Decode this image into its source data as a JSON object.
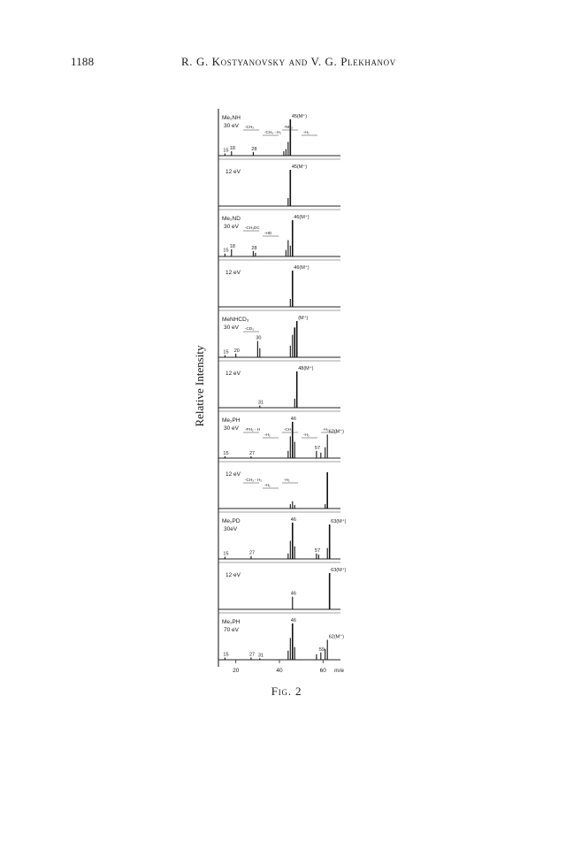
{
  "header": {
    "page_number": "1188",
    "authors": "R. G. Kostyanovsky and V. G. Plekhanov"
  },
  "caption": "Fig. 2",
  "chart_data": {
    "type": "bar",
    "ylabel": "Relative Intensity",
    "xlabel": "m/e",
    "x_ticks": [
      20,
      40,
      60
    ],
    "xlim": [
      12,
      68
    ],
    "panels": [
      {
        "compound": "Me2NH",
        "energy": "30 eV",
        "peaks": [
          {
            "mz": 15,
            "rel": 0.06,
            "label": "15"
          },
          {
            "mz": 18,
            "rel": 0.12,
            "label": "18"
          },
          {
            "mz": 28,
            "rel": 0.1,
            "label": "28"
          },
          {
            "mz": 42,
            "rel": 0.12
          },
          {
            "mz": 43,
            "rel": 0.18
          },
          {
            "mz": 44,
            "rel": 0.38
          },
          {
            "mz": 45,
            "rel": 1.0,
            "label": "45(M⁺)"
          }
        ],
        "annotations": [
          "-CH₃",
          "-CH₄ - H₂",
          "-NH₃",
          "-H₂"
        ]
      },
      {
        "compound": "",
        "energy": "12 eV",
        "peaks": [
          {
            "mz": 44,
            "rel": 0.22
          },
          {
            "mz": 45,
            "rel": 1.0,
            "label": "45(M⁺)"
          }
        ],
        "annotations": []
      },
      {
        "compound": "Me2ND",
        "energy": "30 eV",
        "peaks": [
          {
            "mz": 15,
            "rel": 0.08,
            "label": "15"
          },
          {
            "mz": 18,
            "rel": 0.2,
            "label": "18"
          },
          {
            "mz": 28,
            "rel": 0.15,
            "label": "28"
          },
          {
            "mz": 29,
            "rel": 0.1
          },
          {
            "mz": 43,
            "rel": 0.18
          },
          {
            "mz": 44,
            "rel": 0.45
          },
          {
            "mz": 45,
            "rel": 0.3
          },
          {
            "mz": 46,
            "rel": 1.0,
            "label": "46(M⁺)"
          }
        ],
        "annotations": [
          "-CH₃DC",
          "-HD"
        ]
      },
      {
        "compound": "",
        "energy": "12 eV",
        "peaks": [
          {
            "mz": 45,
            "rel": 0.22
          },
          {
            "mz": 46,
            "rel": 1.0,
            "label": "46(M⁺)"
          }
        ],
        "annotations": []
      },
      {
        "compound": "MeNHCD3",
        "energy": "30 eV",
        "peaks": [
          {
            "mz": 15,
            "rel": 0.06,
            "label": "15"
          },
          {
            "mz": 20,
            "rel": 0.1,
            "label": "20"
          },
          {
            "mz": 30,
            "rel": 0.45,
            "label": "30"
          },
          {
            "mz": 31,
            "rel": 0.25
          },
          {
            "mz": 45,
            "rel": 0.32
          },
          {
            "mz": 46,
            "rel": 0.62
          },
          {
            "mz": 47,
            "rel": 0.82
          },
          {
            "mz": 48,
            "rel": 1.0,
            "label": "(M⁺)"
          }
        ],
        "annotations": [
          "-CD₃"
        ]
      },
      {
        "compound": "",
        "energy": "12 eV",
        "peaks": [
          {
            "mz": 31,
            "rel": 0.06,
            "label": "31"
          },
          {
            "mz": 47,
            "rel": 0.25
          },
          {
            "mz": 48,
            "rel": 1.0,
            "label": "48(M⁺)"
          }
        ],
        "annotations": []
      },
      {
        "compound": "Me2PH",
        "energy": "30 eV",
        "peaks": [
          {
            "mz": 15,
            "rel": 0.05,
            "label": "15"
          },
          {
            "mz": 27,
            "rel": 0.05,
            "label": "27"
          },
          {
            "mz": 44,
            "rel": 0.2
          },
          {
            "mz": 45,
            "rel": 0.6
          },
          {
            "mz": 46,
            "rel": 1.0,
            "label": "46"
          },
          {
            "mz": 47,
            "rel": 0.45
          },
          {
            "mz": 57,
            "rel": 0.2,
            "label": "57"
          },
          {
            "mz": 59,
            "rel": 0.15
          },
          {
            "mz": 61,
            "rel": 0.3
          },
          {
            "mz": 62,
            "rel": 0.65,
            "label": "62(M⁺)"
          }
        ],
        "annotations": [
          "-PH₂ - H",
          "-H₂",
          "-CH₃",
          "-H₂",
          "-H₂"
        ]
      },
      {
        "compound": "",
        "energy": "12 eV",
        "peaks": [
          {
            "mz": 45,
            "rel": 0.12
          },
          {
            "mz": 46,
            "rel": 0.2
          },
          {
            "mz": 47,
            "rel": 0.1
          },
          {
            "mz": 61,
            "rel": 0.12
          },
          {
            "mz": 62,
            "rel": 1.0
          }
        ],
        "annotations": [
          "-CH₃ - H₂",
          "-H₂",
          "-H₂"
        ]
      },
      {
        "compound": "Me2PD",
        "energy": "30eV",
        "peaks": [
          {
            "mz": 15,
            "rel": 0.06,
            "label": "15"
          },
          {
            "mz": 27,
            "rel": 0.08,
            "label": "27"
          },
          {
            "mz": 44,
            "rel": 0.15
          },
          {
            "mz": 45,
            "rel": 0.5
          },
          {
            "mz": 46,
            "rel": 1.0,
            "label": "46"
          },
          {
            "mz": 47,
            "rel": 0.35
          },
          {
            "mz": 57,
            "rel": 0.15,
            "label": "57"
          },
          {
            "mz": 58,
            "rel": 0.12
          },
          {
            "mz": 62,
            "rel": 0.3
          },
          {
            "mz": 63,
            "rel": 0.95,
            "label": "63(M⁺)"
          }
        ],
        "annotations": []
      },
      {
        "compound": "",
        "energy": "12 eV",
        "peaks": [
          {
            "mz": 46,
            "rel": 0.35,
            "label": "46"
          },
          {
            "mz": 63,
            "rel": 1.0,
            "label": "63(M⁺)"
          }
        ],
        "annotations": []
      },
      {
        "compound": "Me2PH",
        "energy": "70 eV",
        "peaks": [
          {
            "mz": 15,
            "rel": 0.06,
            "label": "15"
          },
          {
            "mz": 27,
            "rel": 0.06,
            "label": "27"
          },
          {
            "mz": 31,
            "rel": 0.04,
            "label": "31"
          },
          {
            "mz": 44,
            "rel": 0.25
          },
          {
            "mz": 45,
            "rel": 0.6
          },
          {
            "mz": 46,
            "rel": 1.0,
            "label": "46"
          },
          {
            "mz": 47,
            "rel": 0.35
          },
          {
            "mz": 57,
            "rel": 0.15
          },
          {
            "mz": 59,
            "rel": 0.2,
            "label": "59"
          },
          {
            "mz": 61,
            "rel": 0.3
          },
          {
            "mz": 62,
            "rel": 0.55,
            "label": "62(M⁺)"
          }
        ],
        "annotations": []
      }
    ]
  }
}
